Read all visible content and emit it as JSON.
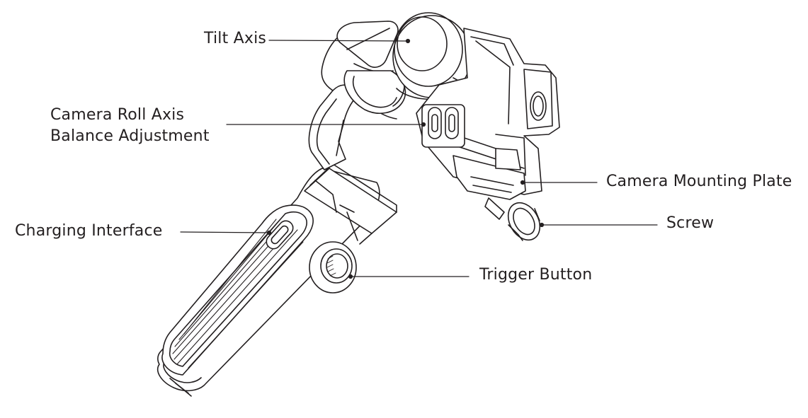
{
  "diagram": {
    "line_color": "#231f20",
    "background": "#ffffff",
    "labels": {
      "tilt_axis": "Tilt Axis",
      "roll_axis_line1": "Camera Roll Axis",
      "roll_axis_line2": "Balance Adjustment",
      "charging_interface": "Charging Interface",
      "camera_mounting_plate": "Camera Mounting Plate",
      "screw": "Screw",
      "trigger_button": "Trigger Button"
    }
  }
}
